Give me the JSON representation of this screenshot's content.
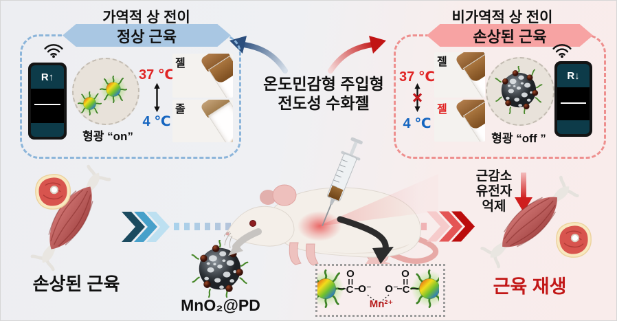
{
  "figure": {
    "left_panel": {
      "title": "가역적 상 전이",
      "banner": "정상 근육",
      "device_reading": "R↑",
      "temp_high": "37 ℃",
      "temp_low": "4 ℃",
      "tube_top_label": "젤",
      "tube_bottom_label": "졸",
      "fluorescence_label": "형광 “on”"
    },
    "right_panel": {
      "title": "비가역적 상 전이",
      "banner": "손상된 근육",
      "device_reading": "R↓",
      "temp_high": "37 ℃",
      "temp_low": "4 ℃",
      "tube_top_label": "젤",
      "tube_bottom_label": "젤",
      "fluorescence_label": "형광 “off ”"
    },
    "center": {
      "hydrogel_line1": "온도민감형 주입형",
      "hydrogel_line2": "전도성 수화젤"
    },
    "bottom": {
      "damaged_muscle_label": "손상된 근육",
      "nanoparticle_label": "MnO₂@PD",
      "gene_lines": [
        "근감소",
        "유전자",
        "억제"
      ],
      "regeneration_label": "근육 재생"
    },
    "chemistry": {
      "carbonyl_o_left": "O",
      "carbon_left": "C",
      "carboxylate_left": "O⁻",
      "carboxylate_right": "O⁻",
      "carbon_right": "C",
      "carbonyl_o_right": "O",
      "ion_label": "Mn²⁺"
    },
    "colors": {
      "normal_banner": "#a9c7e3",
      "damaged_banner": "#f7a3a3",
      "temp_high": "#e02424",
      "temp_low": "#1565c0",
      "regeneration_text": "#c21717",
      "ion_text": "#b71c1c"
    }
  }
}
